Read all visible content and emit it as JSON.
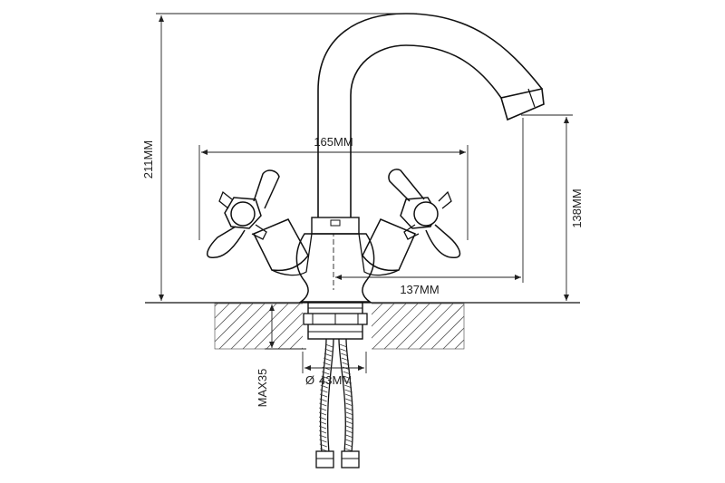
{
  "dimensions": {
    "height_total": "211MM",
    "width_handles": "165MM",
    "spout_reach": "137MM",
    "spout_height": "138MM",
    "hole_diameter_symbol": "Ø",
    "hole_diameter": "43MM",
    "max_thickness": "MAX35"
  },
  "colors": {
    "line": "#111111",
    "hatch": "#555555",
    "background": "#ffffff"
  }
}
